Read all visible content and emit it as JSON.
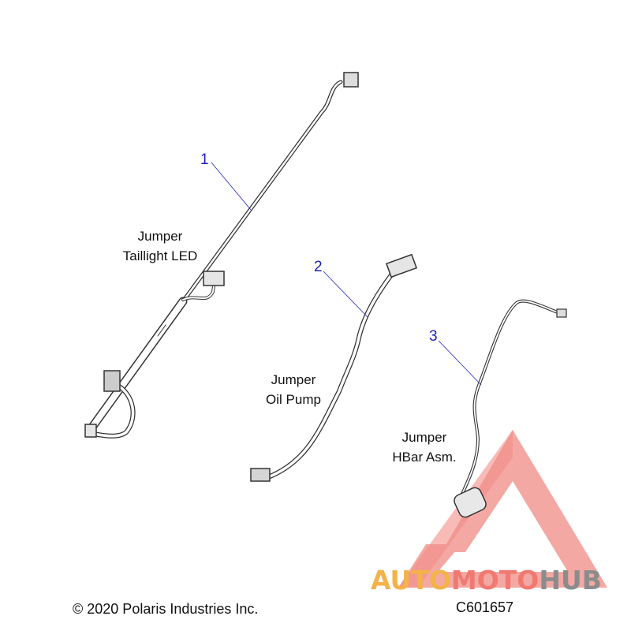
{
  "parts": [
    {
      "callout": "1",
      "label_line1": "Jumper",
      "label_line2": "Taillight LED"
    },
    {
      "callout": "2",
      "label_line1": "Jumper",
      "label_line2": "Oil Pump"
    },
    {
      "callout": "3",
      "label_line1": "Jumper",
      "label_line2": "HBar Asm."
    }
  ],
  "copyright": "© 2020 Polaris Industries Inc.",
  "diagram_code": "C601657",
  "watermark": {
    "part1": "AUTO",
    "part2": "MOTO",
    "part3": "HUB"
  },
  "colors": {
    "callout": "#1f1fbf",
    "watermark_orange": "#f4b24a",
    "watermark_red": "#f07a72",
    "watermark_grey": "#8c8c8c"
  }
}
